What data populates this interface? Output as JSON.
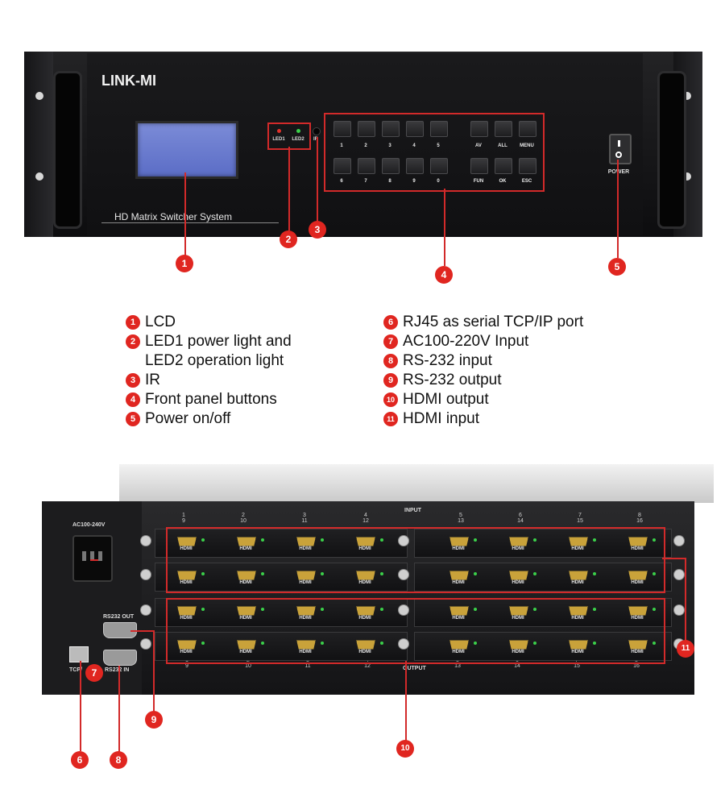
{
  "front": {
    "brand": "LINK-MI",
    "subtitle": "HD Matrix Switcher System",
    "led1": "LED1",
    "led2": "LED2",
    "ir": "IR",
    "keys_top": [
      "1",
      "2",
      "3",
      "4",
      "5",
      "AV",
      "ALL",
      "MENU"
    ],
    "keys_bottom": [
      "6",
      "7",
      "8",
      "9",
      "0",
      "FUN",
      "OK",
      "ESC"
    ],
    "power_label": "POWER",
    "callouts": [
      "1",
      "2",
      "3",
      "4",
      "5"
    ]
  },
  "legend": {
    "left": [
      {
        "num": "1",
        "text": "LCD"
      },
      {
        "num": "2",
        "text": "LED1 power light and"
      },
      {
        "num": "",
        "text": "LED2 operation light"
      },
      {
        "num": "3",
        "text": "IR"
      },
      {
        "num": "4",
        "text": "Front panel buttons"
      },
      {
        "num": "5",
        "text": "Power on/off"
      }
    ],
    "right": [
      {
        "num": "6",
        "text": "RJ45 as serial TCP/IP port"
      },
      {
        "num": "7",
        "text": "AC100-220V Input"
      },
      {
        "num": "8",
        "text": "RS-232 input"
      },
      {
        "num": "9",
        "text": "RS-232 output"
      },
      {
        "num": "10",
        "text": "HDMI output"
      },
      {
        "num": "11",
        "text": "HDMI input"
      }
    ]
  },
  "rear": {
    "ac_label": "AC100-240V",
    "rs232_out": "RS232 OUT",
    "rs232_in": "RS232 IN",
    "tcp": "TCP/",
    "input_label": "INPUT",
    "output_label": "OUTPUT",
    "port_text": "HDMI",
    "input_cols": [
      [
        "1",
        "9"
      ],
      [
        "2",
        "10"
      ],
      [
        "3",
        "11"
      ],
      [
        "4",
        "12"
      ],
      [
        "5",
        "13"
      ],
      [
        "6",
        "14"
      ],
      [
        "7",
        "15"
      ],
      [
        "8",
        "16"
      ]
    ],
    "output_cols": [
      [
        "1",
        "9"
      ],
      [
        "2",
        "10"
      ],
      [
        "3",
        "11"
      ],
      [
        "4",
        "12"
      ],
      [
        "5",
        "13"
      ],
      [
        "6",
        "14"
      ],
      [
        "7",
        "15"
      ],
      [
        "8",
        "16"
      ]
    ],
    "callouts": [
      "6",
      "7",
      "8",
      "9",
      "10",
      "11"
    ]
  }
}
